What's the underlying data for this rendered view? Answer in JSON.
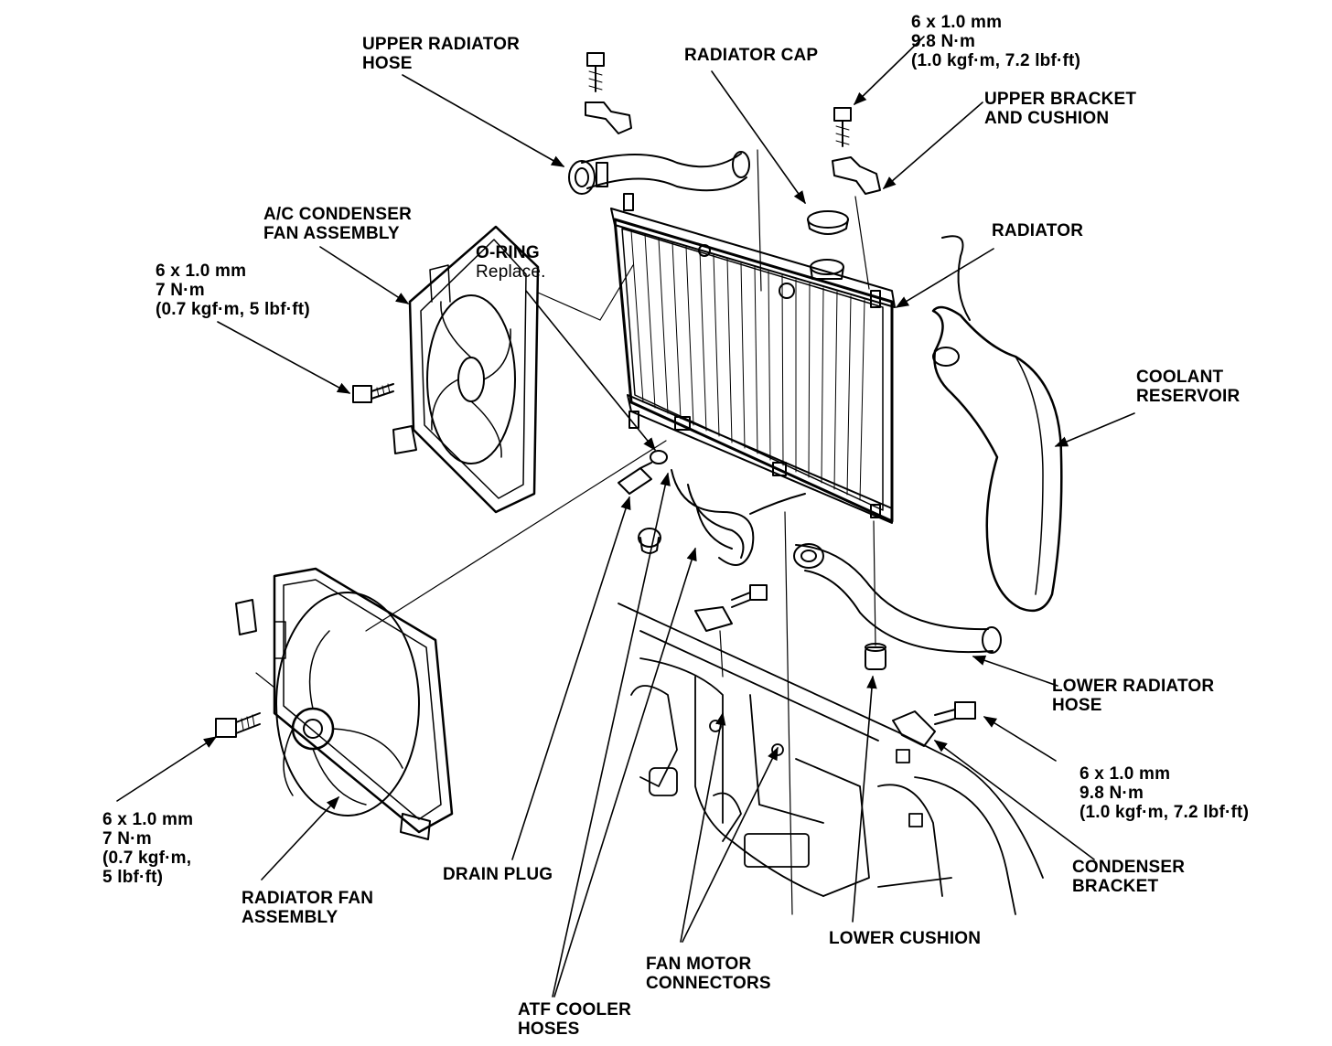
{
  "labels": {
    "upper_radiator_hose": [
      "UPPER RADIATOR",
      "HOSE"
    ],
    "radiator_cap": [
      "RADIATOR CAP"
    ],
    "bolt_upper_bracket": [
      "6 x 1.0 mm",
      "9.8 N·m",
      "(1.0 kgf·m, 7.2 lbf·ft)"
    ],
    "upper_bracket_cushion": [
      "UPPER BRACKET",
      "AND CUSHION"
    ],
    "ac_condenser_fan": [
      "A/C CONDENSER",
      "FAN ASSEMBLY"
    ],
    "oring": [
      "O-RING",
      "Replace."
    ],
    "radiator": [
      "RADIATOR"
    ],
    "bolt_ac_fan": [
      "6 x 1.0 mm",
      "7 N·m",
      "(0.7 kgf·m, 5 lbf·ft)"
    ],
    "coolant_reservoir": [
      "COOLANT",
      "RESERVOIR"
    ],
    "lower_radiator_hose": [
      "LOWER RADIATOR",
      "HOSE"
    ],
    "bolt_condenser_bracket": [
      "6 x 1.0 mm",
      "9.8 N·m",
      "(1.0 kgf·m, 7.2 lbf·ft)"
    ],
    "bolt_radiator_fan": [
      "6 x 1.0 mm",
      "7 N·m",
      "(0.7 kgf·m,",
      "5 lbf·ft)"
    ],
    "radiator_fan_assembly": [
      "RADIATOR FAN",
      "ASSEMBLY"
    ],
    "drain_plug": [
      "DRAIN PLUG"
    ],
    "condenser_bracket": [
      "CONDENSER",
      "BRACKET"
    ],
    "lower_cushion": [
      "LOWER CUSHION"
    ],
    "fan_motor_connectors": [
      "FAN MOTOR",
      "CONNECTORS"
    ],
    "atf_cooler_hoses": [
      "ATF COOLER",
      "HOSES"
    ]
  }
}
